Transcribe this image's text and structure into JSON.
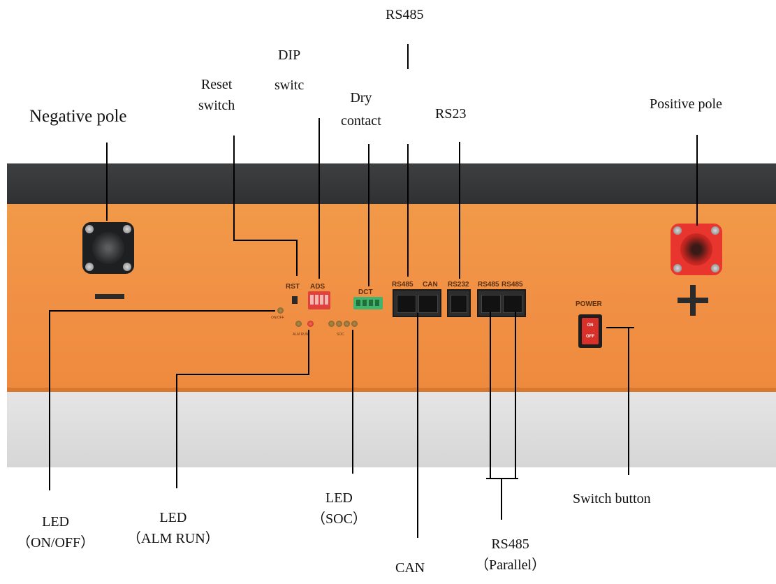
{
  "labels": {
    "negative_pole": "Negative pole",
    "positive_pole": "Positive pole",
    "reset_switch": [
      "Reset",
      "switch"
    ],
    "dip_switch": [
      "DIP",
      "switc"
    ],
    "dry_contact": [
      "Dry",
      "contact"
    ],
    "rs485_top": "RS485",
    "rs23": "RS23",
    "led_onoff": [
      "LED",
      "（ON/OFF）"
    ],
    "led_alm_run": [
      "LED",
      "（ALM RUN）"
    ],
    "led_soc": [
      "LED",
      "（SOC）"
    ],
    "can": "CAN",
    "rs485_parallel": [
      "RS485",
      "（Parallel）"
    ],
    "switch_button": "Switch button"
  },
  "panel_marks": {
    "rst": "RST",
    "ads": "ADS",
    "dct": "DCT",
    "rs485": "RS485",
    "can": "CAN",
    "rs232": "RS232",
    "rs485_a": "RS485",
    "rs485_b": "RS485",
    "power": "POWER",
    "on": "ON",
    "off": "OFF",
    "on_off": "ON/OFF",
    "alm_run": "ALM RUN",
    "soc": "SOC"
  },
  "colors": {
    "body_orange": "#f19a48",
    "top_band": "#3d3f41",
    "bottom_gray": "#dcdcdc",
    "negative_terminal": "#1d1f21",
    "positive_terminal": "#e8362f",
    "dip_switch": "#e0413c",
    "dry_contact_block": "#42b36a",
    "power_rocker": "#d9302a"
  }
}
